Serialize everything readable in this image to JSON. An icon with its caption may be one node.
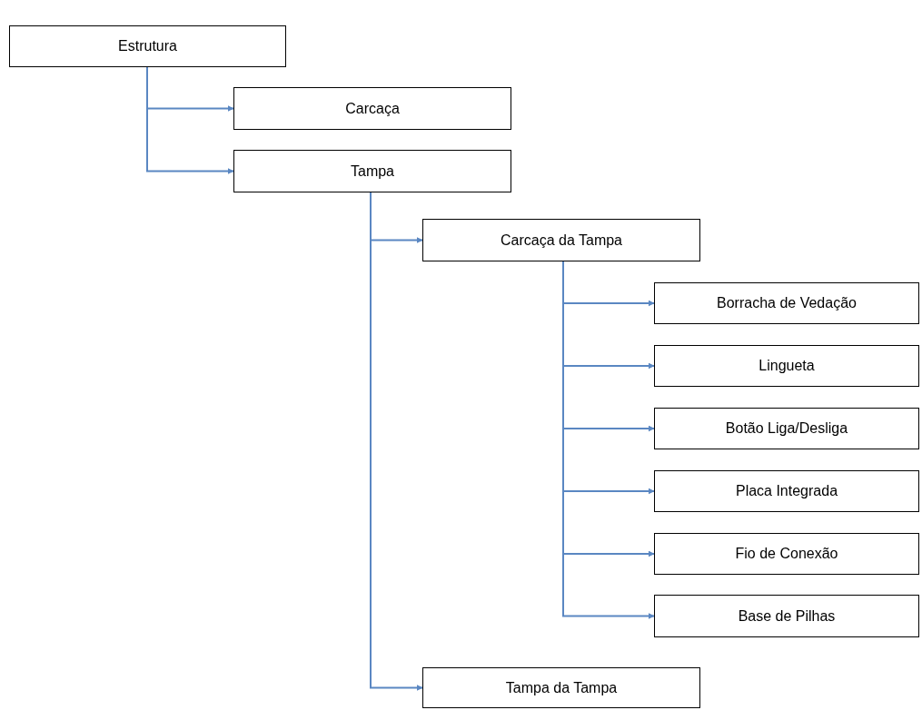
{
  "diagram": {
    "nodes": [
      {
        "text": [
          "Estrutura"
        ]
      },
      {
        "text": [
          "Carcaça"
        ]
      },
      {
        "text": [
          "Tampa"
        ]
      },
      {
        "text": [
          "Carcaça da Tampa"
        ]
      },
      {
        "text": [
          "Borracha de Vedação"
        ]
      },
      {
        "text": [
          "Lingueta"
        ]
      },
      {
        "text": [
          "Botão Liga/Desliga"
        ]
      },
      {
        "text": [
          "Placa Integrada"
        ]
      },
      {
        "text": [
          "Fio de Conexão"
        ]
      },
      {
        "text": [
          "Base de Pilhas"
        ]
      },
      {
        "text": [
          "Tampa da Tampa"
        ]
      }
    ],
    "edges": [
      {
        "from": 0,
        "to": 1,
        "arrow": "to"
      },
      {
        "from": 0,
        "to": 2,
        "arrow": "to"
      },
      {
        "from": 2,
        "to": 3,
        "arrow": "to"
      },
      {
        "from": 3,
        "to": 4,
        "arrow": "to"
      },
      {
        "from": 3,
        "to": 5,
        "arrow": "to"
      },
      {
        "from": 3,
        "to": 6,
        "arrow": "to"
      },
      {
        "from": 3,
        "to": 7,
        "arrow": "to"
      },
      {
        "from": 3,
        "to": 8,
        "arrow": "to"
      },
      {
        "from": 3,
        "to": 9,
        "arrow": "to"
      },
      {
        "from": 2,
        "to": 10,
        "arrow": "to"
      }
    ]
  }
}
